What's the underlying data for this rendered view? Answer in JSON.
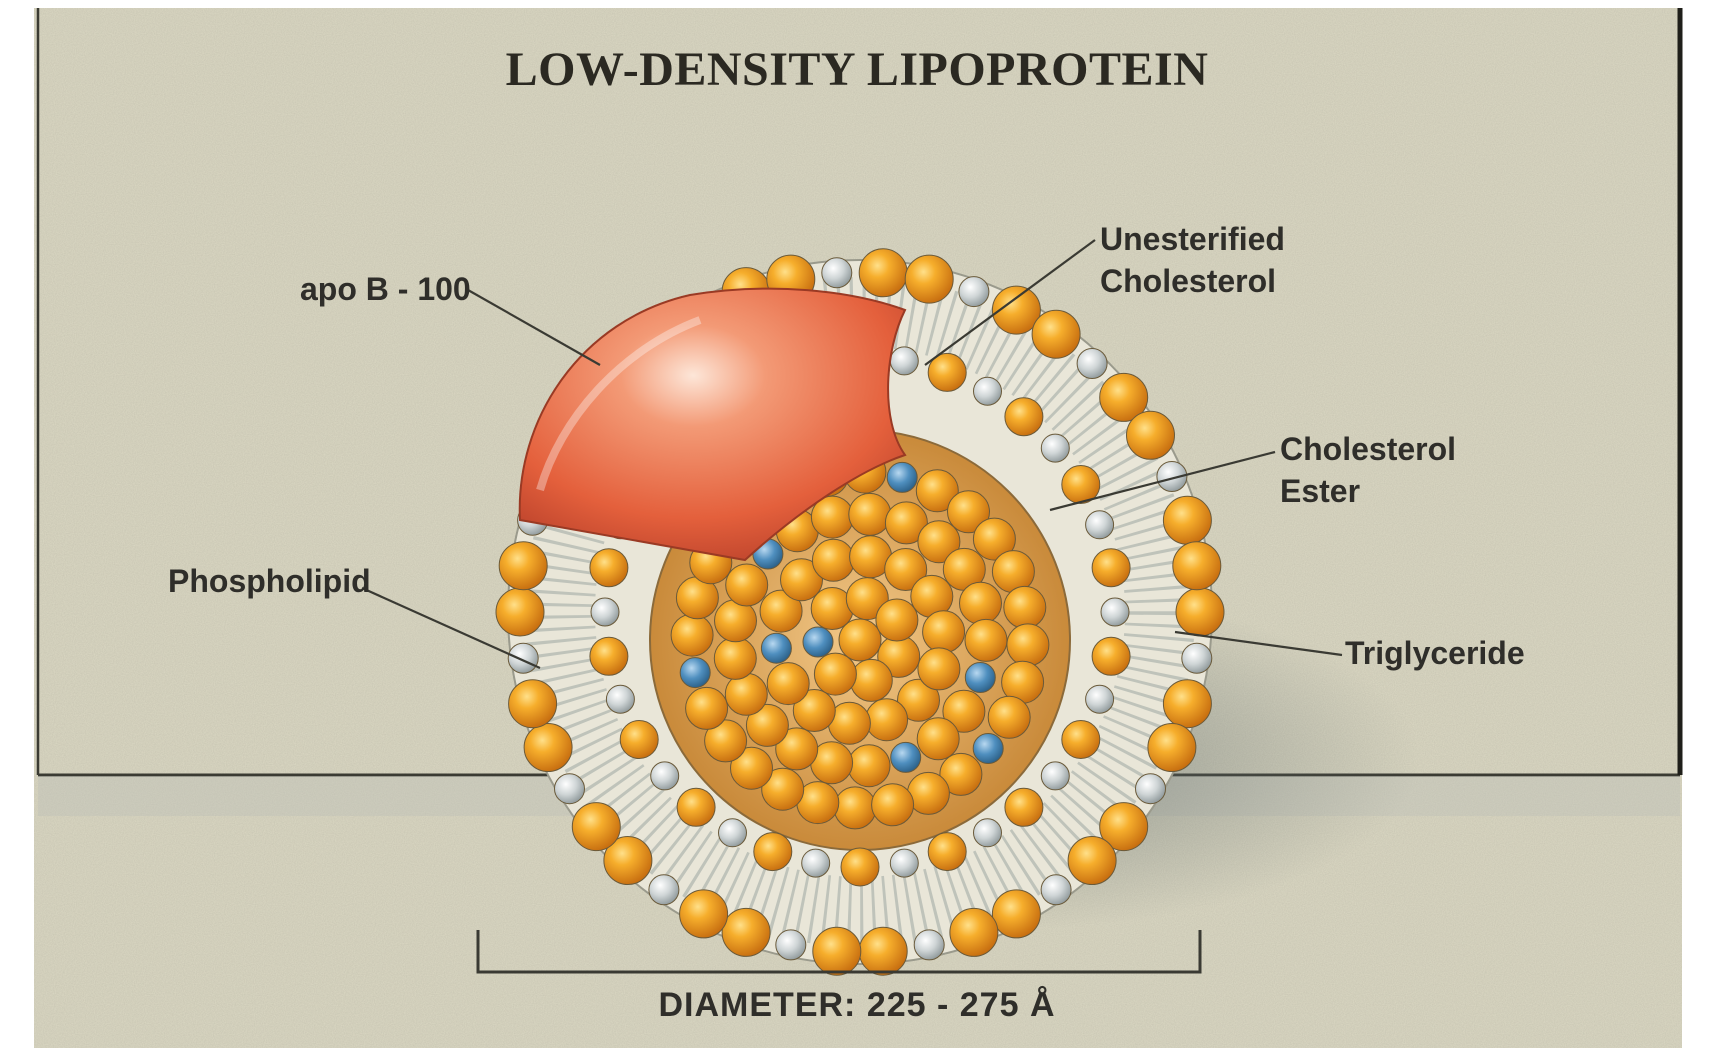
{
  "title": "LOW-DENSITY LIPOPROTEIN",
  "labels": {
    "apo_b": "apo B - 100",
    "unesterified_line1": "Unesterified",
    "unesterified_line2": "Cholesterol",
    "cholesterol_ester_line1": "Cholesterol",
    "cholesterol_ester_line2": "Ester",
    "phospholipid": "Phospholipid",
    "triglyceride": "Triglyceride"
  },
  "diameter": "DIAMETER:  225 - 275 Å",
  "colors": {
    "background": "#dcd9c4",
    "apo_b_protein": "#e86a48",
    "phospholipid_head": "#f0a020",
    "cholesterol_head": "#c8d0d2",
    "core_cholesterol": "#4f8fbf",
    "label_text": "#2f2e2a"
  }
}
